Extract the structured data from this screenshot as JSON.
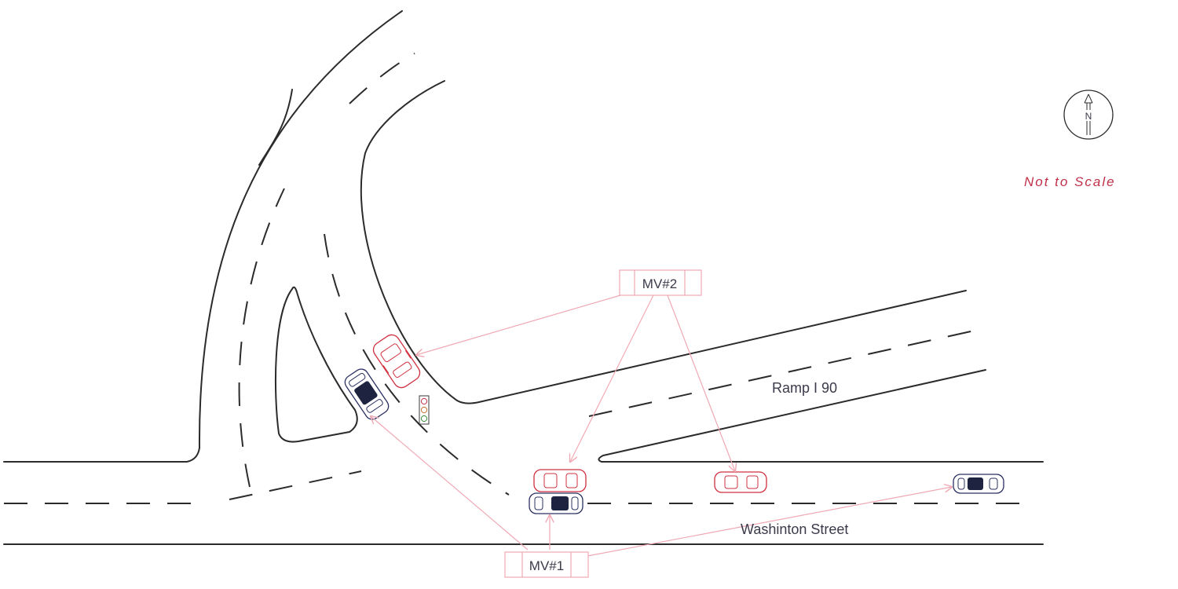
{
  "labels": {
    "ramp": "Ramp I 90",
    "street": "Washinton Street",
    "mv1": "MV#1",
    "mv2": "MV#2",
    "north": "N",
    "scale_note": "Not to Scale"
  },
  "colors": {
    "mv1": "#2a3060",
    "mv2": "#d03040",
    "road": "#2b2b2b",
    "leader": "#f0a8b4"
  },
  "icons": {
    "north_arrow": "compass-north-icon",
    "signal": "traffic-signal-icon",
    "vehicle": "car-icon"
  }
}
